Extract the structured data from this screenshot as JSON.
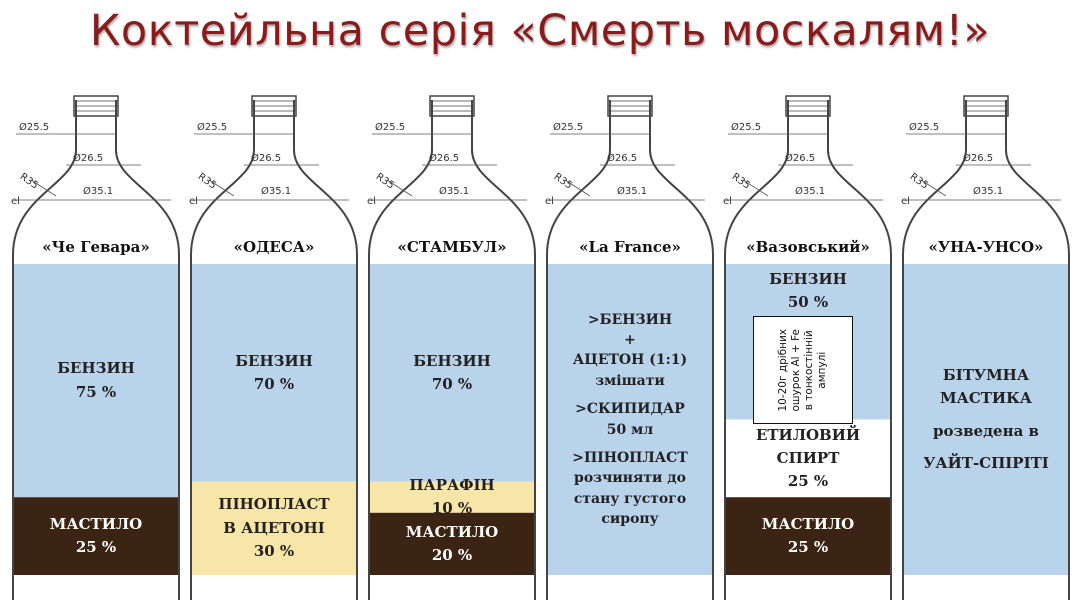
{
  "title": "Коктейльна серія «Смерть москалям!»",
  "colors": {
    "petrol": "#b9d3ea",
    "lubricant": "#3b2413",
    "foam": "#f8e5a8",
    "spirit": "#ffffff",
    "outline": "#444444",
    "title": "#8b1a1a"
  },
  "dimension_labels": [
    "Ø25.5",
    "Ø26.5",
    "Ø35.1",
    "R35",
    "el"
  ],
  "bottles": [
    {
      "name": "«Че Гевара»",
      "layers": [
        {
          "color": "petrol",
          "fraction": 0.75,
          "lines": [
            "БЕНЗИН",
            "75 %"
          ]
        },
        {
          "color": "lubricant",
          "fraction": 0.25,
          "lines": [
            "МАСТИЛО",
            "25 %"
          ]
        }
      ]
    },
    {
      "name": "«ОДЕСА»",
      "layers": [
        {
          "color": "petrol",
          "fraction": 0.7,
          "lines": [
            "БЕНЗИН",
            "70 %"
          ]
        },
        {
          "color": "foam",
          "fraction": 0.3,
          "lines": [
            "ПІНОПЛАСТ",
            "В АЦЕТОНІ",
            "30 %"
          ]
        }
      ]
    },
    {
      "name": "«СТАМБУЛ»",
      "layers": [
        {
          "color": "petrol",
          "fraction": 0.7,
          "lines": [
            "БЕНЗИН",
            "70 %"
          ]
        },
        {
          "color": "foam",
          "fraction": 0.1,
          "lines": [
            "ПАРАФІН",
            "10 %"
          ]
        },
        {
          "color": "lubricant",
          "fraction": 0.2,
          "lines": [
            "МАСТИЛО",
            "20 %"
          ]
        }
      ]
    },
    {
      "name": "«La France»",
      "layers": [
        {
          "color": "petrol",
          "fraction": 1.0,
          "lines": [
            ">БЕНЗИН",
            "+",
            "АЦЕТОН (1:1)",
            "змішати",
            " ",
            ">СКИПИДАР",
            "50 мл",
            " ",
            ">ПІНОПЛАСТ",
            "розчиняти до",
            "стану густого",
            "сиропу"
          ]
        }
      ]
    },
    {
      "name": "«Вазовський»",
      "layers": [
        {
          "color": "petrol",
          "fraction": 0.5,
          "lines": [
            "БЕНЗИН",
            "50 %"
          ]
        },
        {
          "color": "spirit",
          "fraction": 0.25,
          "lines": [
            "ЕТИЛОВИЙ",
            "СПИРТ",
            "25 %"
          ]
        },
        {
          "color": "lubricant",
          "fraction": 0.25,
          "lines": [
            "МАСТИЛО",
            "25 %"
          ]
        }
      ],
      "note": [
        "10-20г дрібних",
        "ошурок Al + Fe",
        "в тонкостінній",
        "ампулі"
      ]
    },
    {
      "name": "«УНА-УНСО»",
      "layers": [
        {
          "color": "petrol",
          "fraction": 1.0,
          "lines": [
            "БІТУМНА",
            "МАСТИКА",
            " ",
            "розведена в",
            " ",
            "УАЙТ-СПІРІТІ"
          ]
        }
      ]
    }
  ]
}
